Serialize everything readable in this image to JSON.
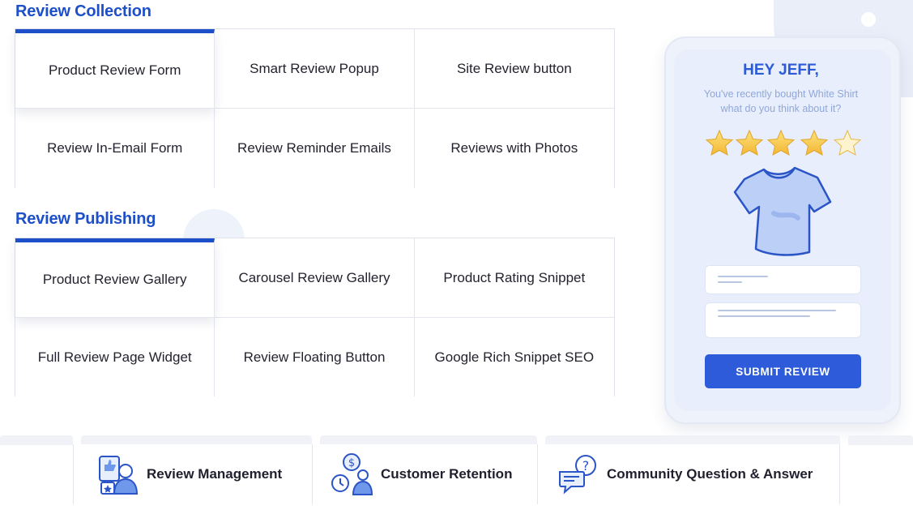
{
  "review_collection": {
    "title": "Review Collection",
    "items": [
      {
        "label": "Product Review Form"
      },
      {
        "label": "Smart Review Popup"
      },
      {
        "label": "Site Review button"
      },
      {
        "label": "Review In-Email Form"
      },
      {
        "label": "Review Reminder Emails"
      },
      {
        "label": "Reviews with Photos"
      }
    ]
  },
  "review_publishing": {
    "title": "Review Publishing",
    "items": [
      {
        "label": "Product Review Gallery"
      },
      {
        "label": "Carousel Review Gallery"
      },
      {
        "label": "Product Rating Snippet"
      },
      {
        "label": "Full Review Page Widget"
      },
      {
        "label": "Review Floating Button"
      },
      {
        "label": "Google Rich Snippet SEO"
      }
    ]
  },
  "phone": {
    "greeting": "HEY JEFF,",
    "message_line1": "You've recently bought White Shirt",
    "message_line2": "what do you think about it?",
    "stars_count": 5,
    "star_color": "#f7c948",
    "submit_label": "SUBMIT REVIEW"
  },
  "features": [
    {
      "label": "Review Management",
      "icon": "review-management-icon"
    },
    {
      "label": "Customer Retention",
      "icon": "customer-retention-icon"
    },
    {
      "label": "Community Question & Answer",
      "icon": "community-qa-icon"
    }
  ],
  "colors": {
    "accent": "#1d4fc8",
    "button": "#2e5bd9"
  }
}
